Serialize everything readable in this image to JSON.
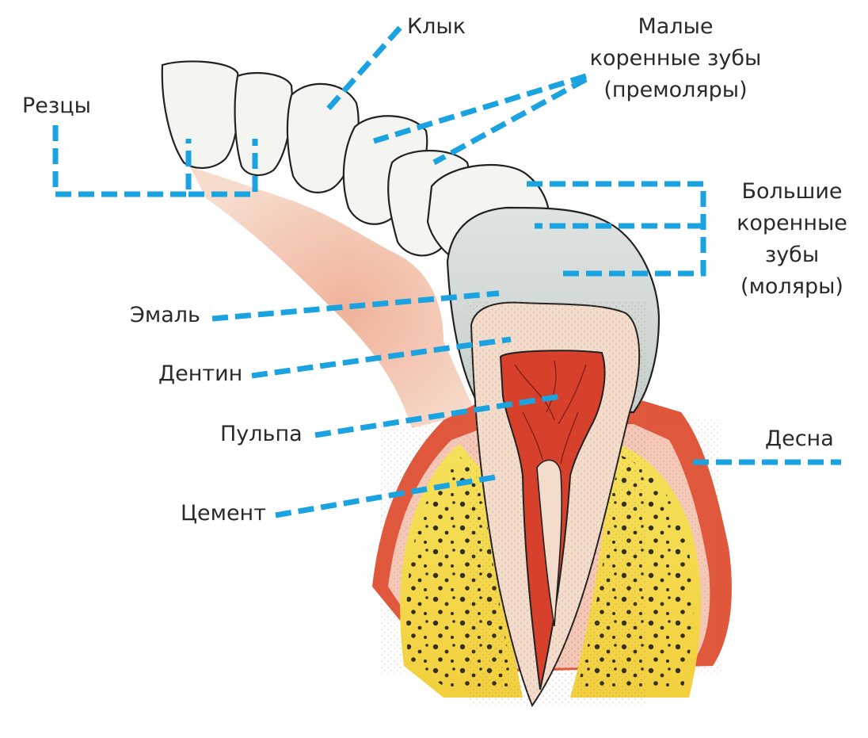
{
  "labels": {
    "incisors": "Резцы",
    "canine": "Клык",
    "premolars": {
      "line1": "Малые",
      "line2": "коренные зубы",
      "line3": "(премоляры)"
    },
    "molars": {
      "line1": "Большие",
      "line2": "коренные",
      "line3": "зубы",
      "line4": "(моляры)"
    },
    "enamel": "Эмаль",
    "dentin": "Дентин",
    "pulp": "Пульпа",
    "cement": "Цемент",
    "gum": "Десна"
  },
  "colors": {
    "leader": "#1aa3e0",
    "gum": "#e0573c",
    "gum_light": "#f2c3ab",
    "pulp": "#d7402a",
    "bone": "#f4dc4a",
    "enamel": "#cfd6d4",
    "dentin": "#f3dccb",
    "tooth_outline": "#222222"
  }
}
